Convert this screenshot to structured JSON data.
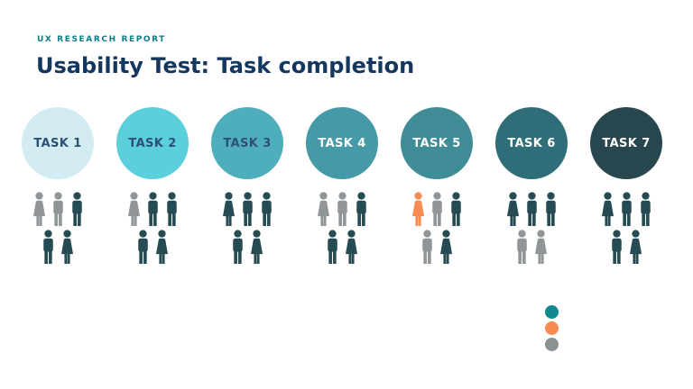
{
  "header": {
    "eyebrow": "UX RESEARCH REPORT",
    "title": "Usability Test: Task completion"
  },
  "colors": {
    "background": "#ffffff",
    "eyebrow": "#0b7d88",
    "title": "#14375f",
    "label_dark": "#2d5176",
    "label_light": "#ffffff",
    "person_teal": "#264b52",
    "person_gray": "#909597",
    "person_orange": "#f78b50"
  },
  "tasks": [
    {
      "label": "TASK 1",
      "circle_color": "#d2ecf2",
      "label_color": "dark",
      "persons": [
        {
          "gender": "female",
          "color": "gray"
        },
        {
          "gender": "male",
          "color": "gray"
        },
        {
          "gender": "male",
          "color": "teal"
        },
        {
          "gender": "male",
          "color": "teal"
        },
        {
          "gender": "female",
          "color": "teal"
        }
      ]
    },
    {
      "label": "TASK 2",
      "circle_color": "#5bcfdb",
      "label_color": "dark",
      "persons": [
        {
          "gender": "female",
          "color": "gray"
        },
        {
          "gender": "male",
          "color": "teal"
        },
        {
          "gender": "male",
          "color": "teal"
        },
        {
          "gender": "male",
          "color": "teal"
        },
        {
          "gender": "female",
          "color": "teal"
        }
      ]
    },
    {
      "label": "TASK 3",
      "circle_color": "#4faebc",
      "label_color": "dark",
      "persons": [
        {
          "gender": "female",
          "color": "teal"
        },
        {
          "gender": "male",
          "color": "teal"
        },
        {
          "gender": "male",
          "color": "teal"
        },
        {
          "gender": "male",
          "color": "teal"
        },
        {
          "gender": "female",
          "color": "teal"
        }
      ]
    },
    {
      "label": "TASK 4",
      "circle_color": "#4699a6",
      "label_color": "light",
      "persons": [
        {
          "gender": "female",
          "color": "gray"
        },
        {
          "gender": "male",
          "color": "gray"
        },
        {
          "gender": "male",
          "color": "teal"
        },
        {
          "gender": "male",
          "color": "teal"
        },
        {
          "gender": "female",
          "color": "teal"
        }
      ]
    },
    {
      "label": "TASK 5",
      "circle_color": "#3f8c96",
      "label_color": "light",
      "persons": [
        {
          "gender": "female",
          "color": "orange"
        },
        {
          "gender": "male",
          "color": "gray"
        },
        {
          "gender": "male",
          "color": "teal"
        },
        {
          "gender": "male",
          "color": "gray"
        },
        {
          "gender": "female",
          "color": "teal"
        }
      ]
    },
    {
      "label": "TASK 6",
      "circle_color": "#2f6e78",
      "label_color": "light",
      "persons": [
        {
          "gender": "female",
          "color": "teal"
        },
        {
          "gender": "male",
          "color": "teal"
        },
        {
          "gender": "male",
          "color": "teal"
        },
        {
          "gender": "male",
          "color": "gray"
        },
        {
          "gender": "female",
          "color": "gray"
        }
      ]
    },
    {
      "label": "TASK 7",
      "circle_color": "#28464d",
      "label_color": "light",
      "persons": [
        {
          "gender": "female",
          "color": "teal"
        },
        {
          "gender": "male",
          "color": "teal"
        },
        {
          "gender": "male",
          "color": "teal"
        },
        {
          "gender": "male",
          "color": "teal"
        },
        {
          "gender": "female",
          "color": "teal"
        }
      ]
    }
  ],
  "legend": {
    "dots": [
      {
        "name": "teal",
        "color": "#13898f"
      },
      {
        "name": "orange",
        "color": "#f78b50"
      },
      {
        "name": "gray",
        "color": "#8a9194"
      }
    ]
  },
  "chart_data": {
    "type": "pictograph",
    "title": "Usability Test: Task completion",
    "subtitle": "UX RESEARCH REPORT",
    "categories": [
      "TASK 1",
      "TASK 2",
      "TASK 3",
      "TASK 4",
      "TASK 5",
      "TASK 6",
      "TASK 7"
    ],
    "participants_per_task": 5,
    "series": [
      {
        "name": "teal",
        "values": [
          3,
          4,
          5,
          3,
          2,
          3,
          5
        ]
      },
      {
        "name": "gray",
        "values": [
          2,
          1,
          0,
          2,
          2,
          2,
          0
        ]
      },
      {
        "name": "orange",
        "values": [
          0,
          0,
          0,
          0,
          1,
          0,
          0
        ]
      }
    ],
    "legend_position": "bottom-right",
    "grid": false
  }
}
